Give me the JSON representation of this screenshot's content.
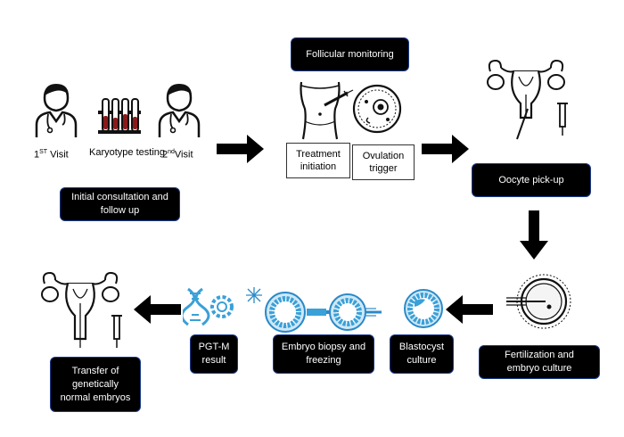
{
  "steps": {
    "first_visit": {
      "main": "1",
      "sup": "ST",
      "rest": " Visit"
    },
    "karyotype": "Karyotype\ntesting",
    "second_visit": {
      "main": "2",
      "sup": "nd",
      "rest": "Visit"
    },
    "initial_consultation": "Initial consultation and\nfollow up",
    "follicular_monitoring": "Follicular monitoring",
    "treatment_initiation": "Treatment\ninitiation",
    "ovulation_trigger": "Ovulation\ntrigger",
    "oocyte_pickup": "Oocyte pick-up",
    "fertilization": "Fertilization and\nembryo culture",
    "blastocyst": "Blastocyst\nculture",
    "embryo_biopsy": "Embryo biopsy and\nfreezing",
    "pgtm": "PGT-M\nresult",
    "transfer": "Transfer of\ngenetically\nnormal embryos"
  },
  "colors": {
    "box_fill": "#000000",
    "box_border": "#1a3a8a",
    "embryo_blue": "#3aa0d8",
    "icon_stroke": "#111111"
  }
}
